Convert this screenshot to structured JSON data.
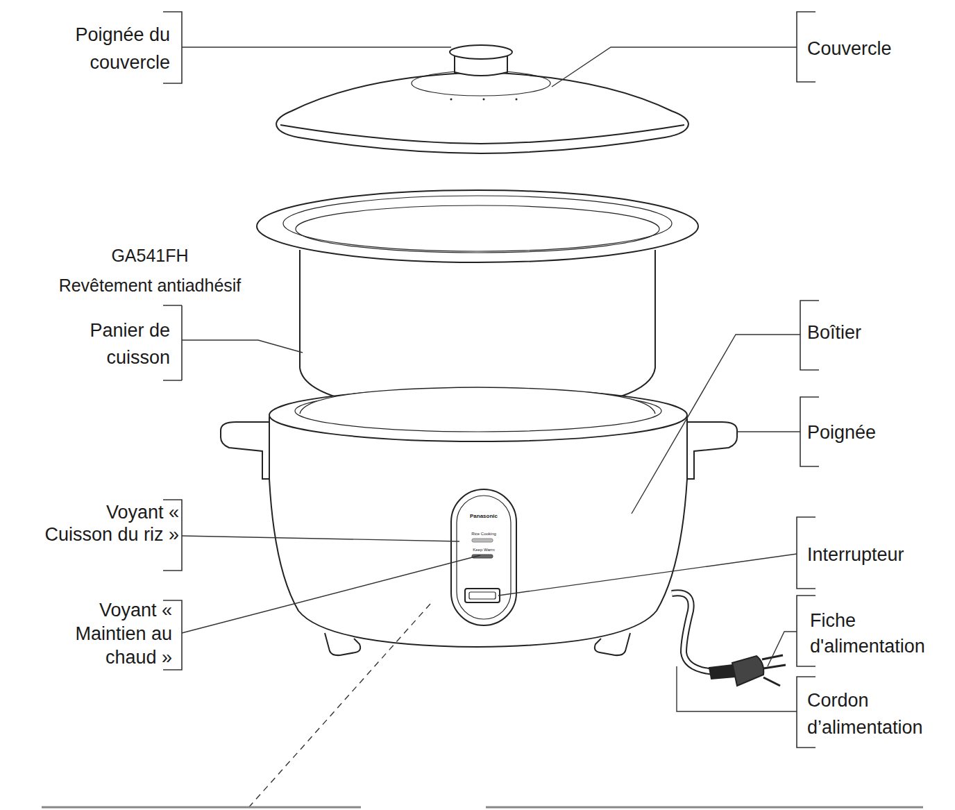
{
  "diagram": {
    "labels": [
      "Poignée du couvercle",
      "Couvercle",
      "GA541FH",
      "Revêtement antiadhésif",
      "Panier de cuisson",
      "Boîtier",
      "Poignée",
      "Voyant « Cuisson du riz »",
      "Voyant « Maintien au chaud »",
      "Interrupteur",
      "Fiche d'alimentation",
      "Cordon d’alimentation",
      "Panasonic",
      "Rice Cooking",
      "Keep Warm"
    ]
  }
}
